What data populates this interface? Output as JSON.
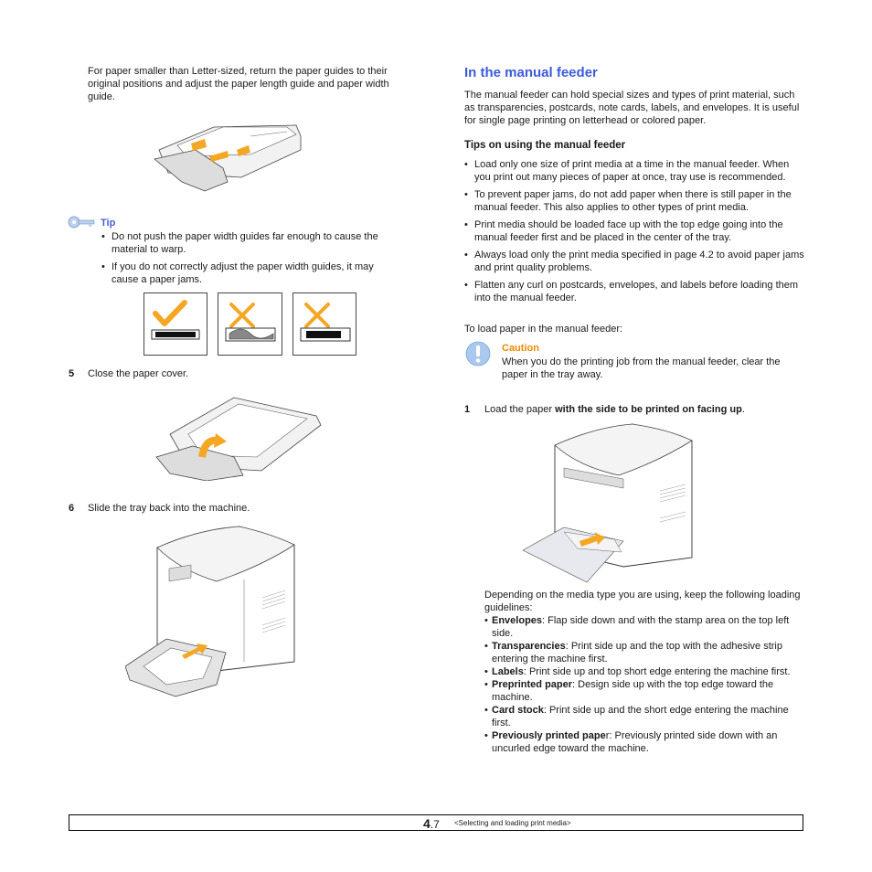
{
  "left": {
    "intro": "For paper smaller than Letter-sized, return the paper guides to their original positions and adjust the paper length guide and paper width guide.",
    "tip": {
      "title": "Tip",
      "items": [
        "Do not push the paper width guides far enough to cause the material to warp.",
        "If you do not correctly adjust the paper width guides, it may cause a paper jams."
      ]
    },
    "step5": {
      "num": "5",
      "text": "Close the paper cover."
    },
    "step6": {
      "num": "6",
      "text": "Slide the tray back into the machine."
    }
  },
  "right": {
    "heading": "In the manual feeder",
    "intro": "The manual feeder can hold special sizes and types of print material, such as transparencies, postcards, note cards, labels, and envelopes. It is useful for single page printing on letterhead or colored paper.",
    "tips_heading": "Tips on using the manual feeder",
    "tips": [
      "Load only one size of print media at a time in the manual feeder. When you print out many pieces of paper at once, tray  use is recommended.",
      "To prevent paper jams, do not add paper when there is still paper in the manual feeder. This also applies to other types of print media.",
      "Print media should be loaded face up with the top edge going into the manual feeder first and be placed in the center of the tray.",
      "Always load only the print media specified in page 4.2 to avoid paper jams and print quality problems.",
      "Flatten any curl on postcards, envelopes, and labels before loading them into the manual feeder."
    ],
    "load_intro": "To load paper in the manual feeder:",
    "caution": {
      "title": "Caution",
      "text": "When you do the printing job from the manual feeder, clear the paper in the tray away."
    },
    "step1": {
      "num": "1",
      "text_pre": "Load the paper ",
      "text_bold": "with the side to be printed on facing up",
      "text_post": "."
    },
    "guidelines_intro": "Depending on the media type you are using, keep the following loading guidelines:",
    "guidelines": [
      {
        "label": "Envelopes",
        "text": ": Flap side down and with the stamp area on the top left side."
      },
      {
        "label": "Transparencies",
        "text": ": Print side up and the top with the adhesive strip entering the machine first."
      },
      {
        "label": "Labels",
        "text": ": Print side up and top short edge entering the machine first."
      },
      {
        "label": "Preprinted paper",
        "text": ": Design side up with the top edge toward the machine."
      },
      {
        "label": "Card stock",
        "text": ": Print side up and the short edge entering the machine first."
      },
      {
        "label": "Previously printed pape",
        "text": "r: Previously printed side down with an uncurled edge toward the machine."
      }
    ]
  },
  "footer": {
    "chapter": "4",
    "page": ".7",
    "title": "<Selecting and loading print media>"
  },
  "colors": {
    "heading_blue": "#3b5bdb",
    "tip_blue": "#4a5bd6",
    "caution_orange": "#f08a00",
    "arrow_orange": "#f5a623"
  },
  "icons": [
    "tip-key-icon",
    "caution-exclamation-icon",
    "checkmark-icon",
    "cross-icon"
  ]
}
